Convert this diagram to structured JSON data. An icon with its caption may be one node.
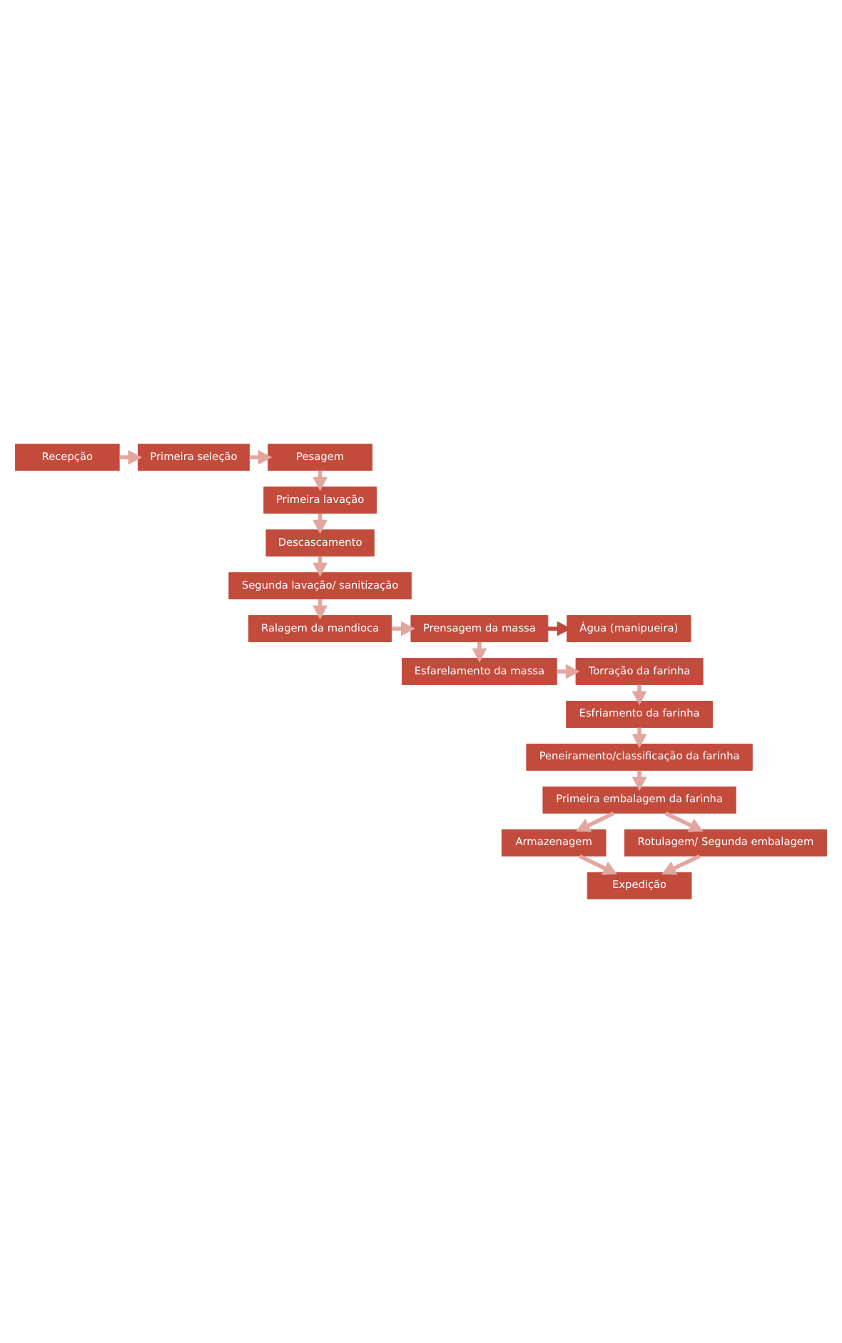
{
  "diagram": {
    "nodes": [
      {
        "text": [
          "Recepção"
        ]
      },
      {
        "text": [
          "Primeira seleção"
        ]
      },
      {
        "text": [
          "Pesagem"
        ]
      },
      {
        "text": [
          "Primeira lavação"
        ]
      },
      {
        "text": [
          "Descascamento"
        ]
      },
      {
        "text": [
          "Segunda lavação/ sanitização"
        ]
      },
      {
        "text": [
          "Ralagem da mandioca"
        ]
      },
      {
        "text": [
          "Prensagem da massa"
        ]
      },
      {
        "text": [
          "Água (manipueira)"
        ]
      },
      {
        "text": [
          "Esfarelamento da massa"
        ]
      },
      {
        "text": [
          "Torração da farinha"
        ]
      },
      {
        "text": [
          "Esfriamento da farinha"
        ]
      },
      {
        "text": [
          "Peneiramento/classificação da farinha"
        ]
      },
      {
        "text": [
          "Primeira embalagem da farinha"
        ]
      },
      {
        "text": [
          "Armazenagem"
        ]
      },
      {
        "text": [
          "Rotulagem/ Segunda embalagem"
        ]
      },
      {
        "text": [
          "Expedição"
        ]
      }
    ],
    "edges": [
      {
        "from": 0,
        "to": 1,
        "arrow": "to"
      },
      {
        "from": 1,
        "to": 2,
        "arrow": "to"
      },
      {
        "from": 2,
        "to": 3,
        "arrow": "to"
      },
      {
        "from": 3,
        "to": 4,
        "arrow": "to"
      },
      {
        "from": 4,
        "to": 5,
        "arrow": "to"
      },
      {
        "from": 5,
        "to": 6,
        "arrow": "to"
      },
      {
        "from": 6,
        "to": 7,
        "arrow": "to"
      },
      {
        "from": 7,
        "to": 8,
        "arrow": "to",
        "color": "#c0483a"
      },
      {
        "from": 7,
        "to": 9,
        "arrow": "to"
      },
      {
        "from": 9,
        "to": 10,
        "arrow": "to"
      },
      {
        "from": 10,
        "to": 11,
        "arrow": "to"
      },
      {
        "from": 11,
        "to": 12,
        "arrow": "to"
      },
      {
        "from": 12,
        "to": 13,
        "arrow": "to"
      },
      {
        "from": 13,
        "to": 14,
        "arrow": "to"
      },
      {
        "from": 13,
        "to": 15,
        "arrow": "to"
      },
      {
        "from": 14,
        "to": 16,
        "arrow": "to"
      },
      {
        "from": 15,
        "to": 16,
        "arrow": "to"
      }
    ]
  }
}
